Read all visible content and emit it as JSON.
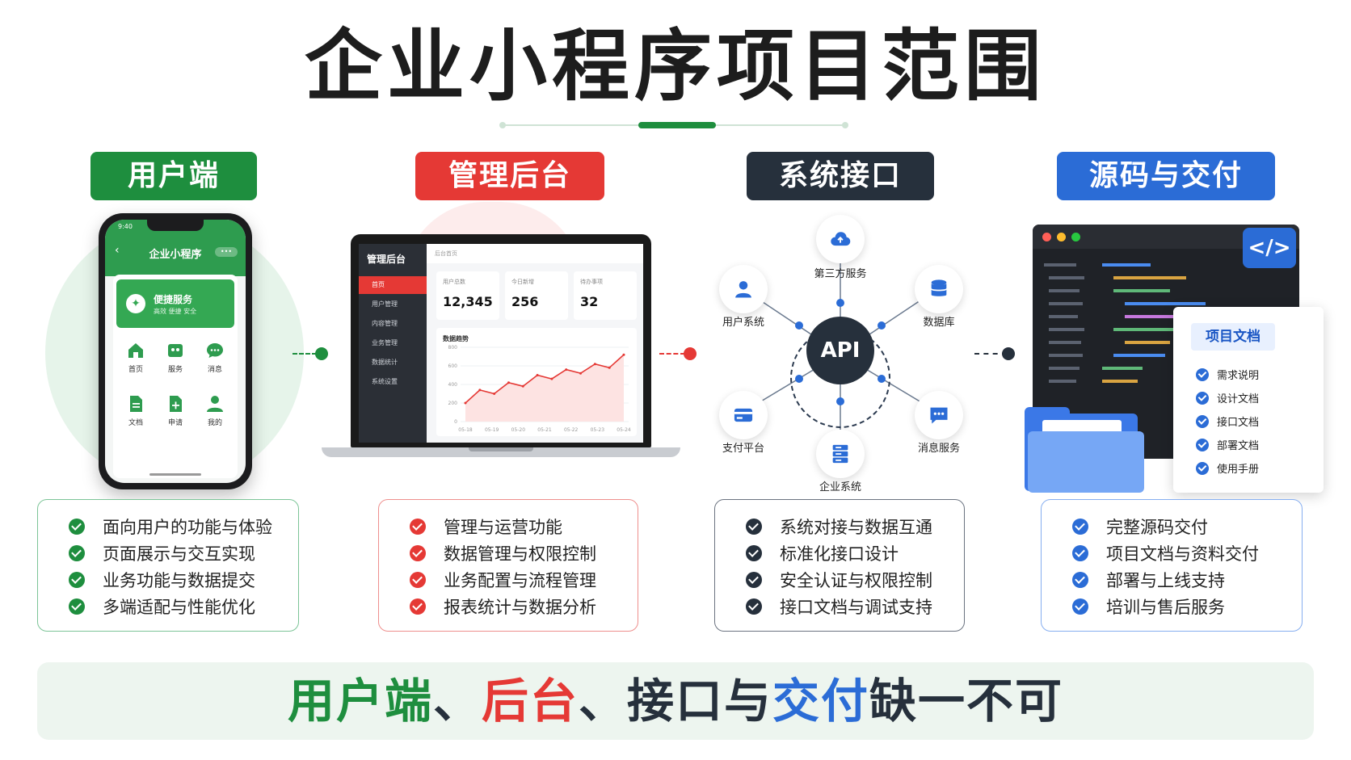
{
  "title": "企业小程序项目范围",
  "columns": [
    {
      "key": "user",
      "label": "用户端",
      "color": "#1e8e3e",
      "items": [
        "面向用户的功能与体验",
        "页面展示与交互实现",
        "业务功能与数据提交",
        "多端适配与性能优化"
      ]
    },
    {
      "key": "admin",
      "label": "管理后台",
      "color": "#e53935",
      "items": [
        "管理与运营功能",
        "数据管理与权限控制",
        "业务配置与流程管理",
        "报表统计与数据分析"
      ]
    },
    {
      "key": "api",
      "label": "系统接口",
      "color": "#26303c",
      "items": [
        "系统对接与数据互通",
        "标准化接口设计",
        "安全认证与权限控制",
        "接口文档与调试支持"
      ]
    },
    {
      "key": "delivery",
      "label": "源码与交付",
      "color": "#2b6cd6",
      "items": [
        "完整源码交付",
        "项目文档与资料交付",
        "部署与上线支持",
        "培训与售后服务"
      ]
    }
  ],
  "phone": {
    "status_time": "9:40",
    "app_title": "企业小程序",
    "banner_title": "便捷服务",
    "banner_subtitle": "高效 便捷 安全",
    "grid": [
      {
        "label": "首页",
        "icon": "home-icon"
      },
      {
        "label": "服务",
        "icon": "service-icon"
      },
      {
        "label": "消息",
        "icon": "message-icon"
      },
      {
        "label": "文档",
        "icon": "document-icon"
      },
      {
        "label": "申请",
        "icon": "apply-icon"
      },
      {
        "label": "我的",
        "icon": "profile-icon"
      }
    ]
  },
  "admin_panel": {
    "title": "管理后台",
    "nav": [
      "首页",
      "用户管理",
      "内容管理",
      "业务管理",
      "数据统计",
      "系统设置"
    ],
    "breadcrumb": "后台首页",
    "stats": [
      {
        "label": "用户总数",
        "value": "12,345"
      },
      {
        "label": "今日新增",
        "value": "256"
      },
      {
        "label": "待办事项",
        "value": "32"
      }
    ],
    "chart_title": "数据趋势"
  },
  "chart_data": {
    "type": "line",
    "title": "数据趋势",
    "x": [
      "05-18",
      "05-19",
      "05-20",
      "05-21",
      "05-22",
      "05-23",
      "05-24"
    ],
    "yticks": [
      0,
      200,
      400,
      600,
      800
    ],
    "ylim": [
      0,
      800
    ],
    "series": [
      {
        "values": [
          200,
          340,
          300,
          420,
          380,
          500,
          460,
          560,
          520,
          620,
          580,
          720
        ]
      }
    ],
    "color": "#e53935"
  },
  "api": {
    "center": "API",
    "nodes": [
      {
        "label": "第三方服务",
        "icon": "cloud-icon"
      },
      {
        "label": "用户系统",
        "icon": "user-icon"
      },
      {
        "label": "数据库",
        "icon": "database-icon"
      },
      {
        "label": "支付平台",
        "icon": "payment-icon"
      },
      {
        "label": "消息服务",
        "icon": "chat-icon"
      },
      {
        "label": "企业系统",
        "icon": "server-icon"
      }
    ]
  },
  "delivery_panel": {
    "code_tag": "</>",
    "doc_title": "项目文档",
    "doc_items": [
      "需求说明",
      "设计文档",
      "接口文档",
      "部署文档",
      "使用手册"
    ]
  },
  "footer": {
    "part1": "用户端",
    "sep1": "、",
    "part2": "后台",
    "sep2": "、",
    "part3": "接口与",
    "part4": "交付",
    "part5": "缺一不可",
    "colors": {
      "green": "#1e8e3e",
      "red": "#e53935",
      "dark": "#26303c",
      "blue": "#2b6cd6"
    }
  }
}
